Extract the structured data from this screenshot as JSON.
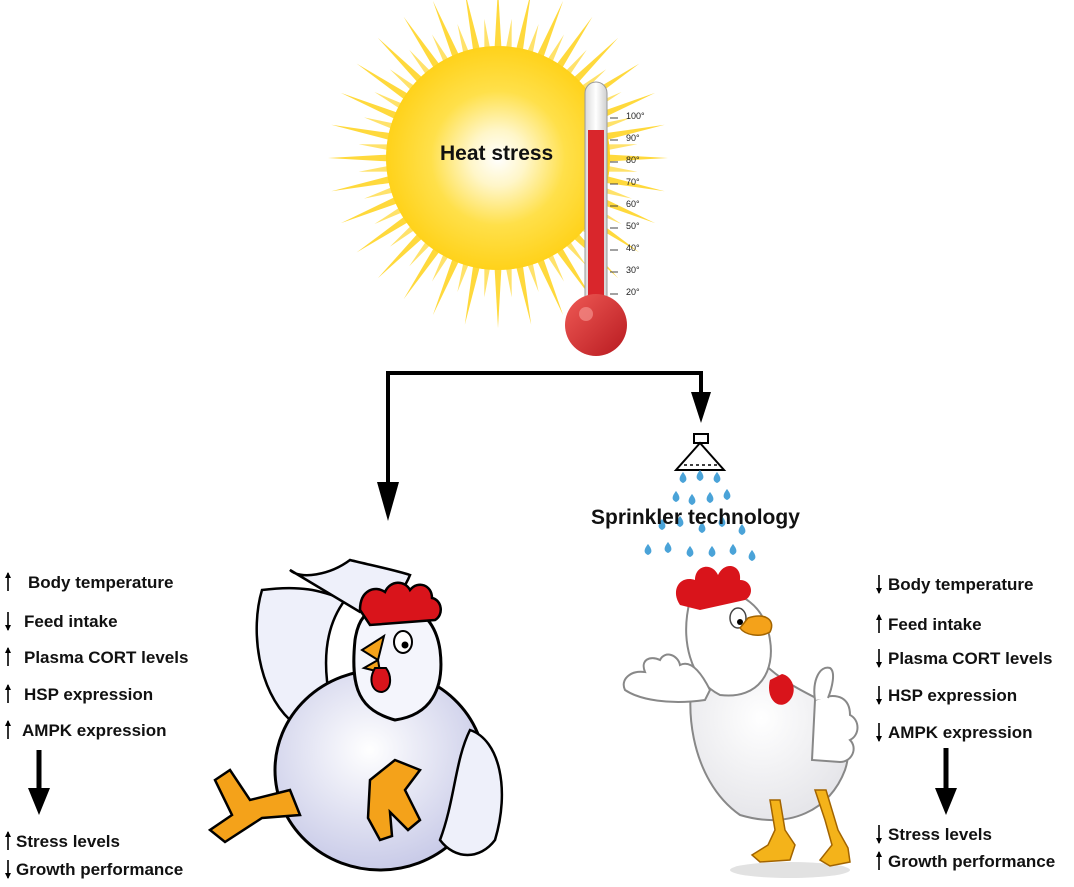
{
  "top": {
    "title": "Heat stress"
  },
  "thermometer": {
    "scale": [
      "100°",
      "90°",
      "80°",
      "70°",
      "60°",
      "50°",
      "40°",
      "30°",
      "20°"
    ]
  },
  "sprinkler": {
    "title": "Sprinkler technology"
  },
  "left_panel": {
    "effects": [
      {
        "label": "Body temperature",
        "direction": "up"
      },
      {
        "label": "Feed intake",
        "direction": "down"
      },
      {
        "label": "Plasma CORT levels",
        "direction": "up"
      },
      {
        "label": "HSP expression",
        "direction": "up"
      },
      {
        "label": "AMPK expression",
        "direction": "up"
      }
    ],
    "outcomes": [
      {
        "label": "Stress levels",
        "direction": "up"
      },
      {
        "label": "Growth performance",
        "direction": "down"
      }
    ]
  },
  "right_panel": {
    "effects": [
      {
        "label": "Body temperature",
        "direction": "down"
      },
      {
        "label": "Feed intake",
        "direction": "up"
      },
      {
        "label": "Plasma CORT levels",
        "direction": "down"
      },
      {
        "label": "HSP expression",
        "direction": "down"
      },
      {
        "label": "AMPK expression",
        "direction": "down"
      }
    ],
    "outcomes": [
      {
        "label": "Stress levels",
        "direction": "down"
      },
      {
        "label": "Growth performance",
        "direction": "up"
      }
    ]
  },
  "colors": {
    "sun_core": "#fff6c8",
    "sun_rays": "#ffd21a",
    "mercury": "#d9262c",
    "water_drop": "#4aa3d8",
    "comb": "#d9141b",
    "beak_legs": "#f4a21a"
  }
}
